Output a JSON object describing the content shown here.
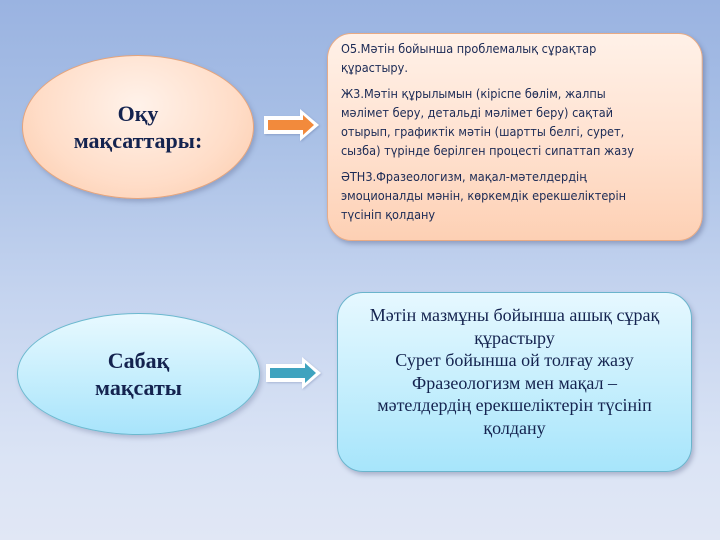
{
  "section_1": {
    "ellipse_label_line1": "Оқу",
    "ellipse_label_line2": "мақсаттары:",
    "ellipse_color": "#ffddc8",
    "arrow_color": "#f28a3c",
    "box_items": [
      {
        "code": "О5.",
        "lines": [
          "О5.Мәтін бойынша проблемалық сұрақтар",
          "құрастыру."
        ]
      },
      {
        "code": "Ж3.",
        "lines": [
          "Ж3.Мәтін құрылымын (кіріспе бөлім, жалпы",
          "мәлімет беру, детальді мәлімет беру) сақтай",
          "отырып,  графиктік мәтін (шартты белгі, сурет,",
          "сызба) түрінде берілген процесті сипаттап жазу"
        ]
      },
      {
        "code": "ӘТН3.",
        "lines": [
          "ӘТН3.Фразеологизм, мақал-мәтелдердің",
          "эмоционалды мәнін, көркемдік ерекшеліктерін",
          "түсініп қолдану"
        ]
      }
    ]
  },
  "section_2": {
    "ellipse_label_line1": "Сабақ",
    "ellipse_label_line2": "мақсаты",
    "ellipse_color": "#c8effd",
    "arrow_color": "#3fa3bf",
    "box_lines": [
      "Мәтін мазмұны бойынша ашық сұрақ",
      "құрастыру",
      "Сурет бойынша ой толғау жазу",
      "Фразеологизм мен мақал –",
      "мәтелдердің ерекшеліктерін түсініп",
      "қолдану"
    ]
  }
}
